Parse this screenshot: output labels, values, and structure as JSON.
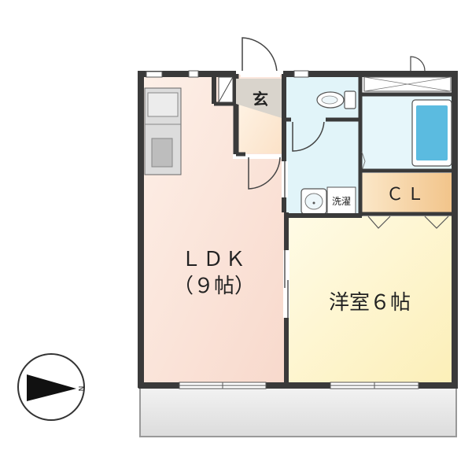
{
  "rooms": {
    "ldk": {
      "label": "ＬＤＫ",
      "size": "（９帖）"
    },
    "western": {
      "label": "洋室６帖"
    },
    "closet": {
      "label": "ＣＬ"
    },
    "entrance": {
      "label": "玄"
    },
    "laundry": {
      "label": "洗濯"
    }
  },
  "compass": {
    "north_label": "N"
  },
  "colors": {
    "wall": "#3a3a3a",
    "ldk_floor": "#fbe3d6",
    "western_floor": "#fdf7d2",
    "closet_floor": "#f7d7a8",
    "wet_area": "#dff3f8",
    "bathtub": "#5bbbe0",
    "balcony": "#e8e8e8"
  },
  "icons": [
    "toilet-icon",
    "bathtub-icon",
    "wash-basin-icon",
    "kitchen-sink-icon",
    "compass-north-arrow-icon"
  ]
}
